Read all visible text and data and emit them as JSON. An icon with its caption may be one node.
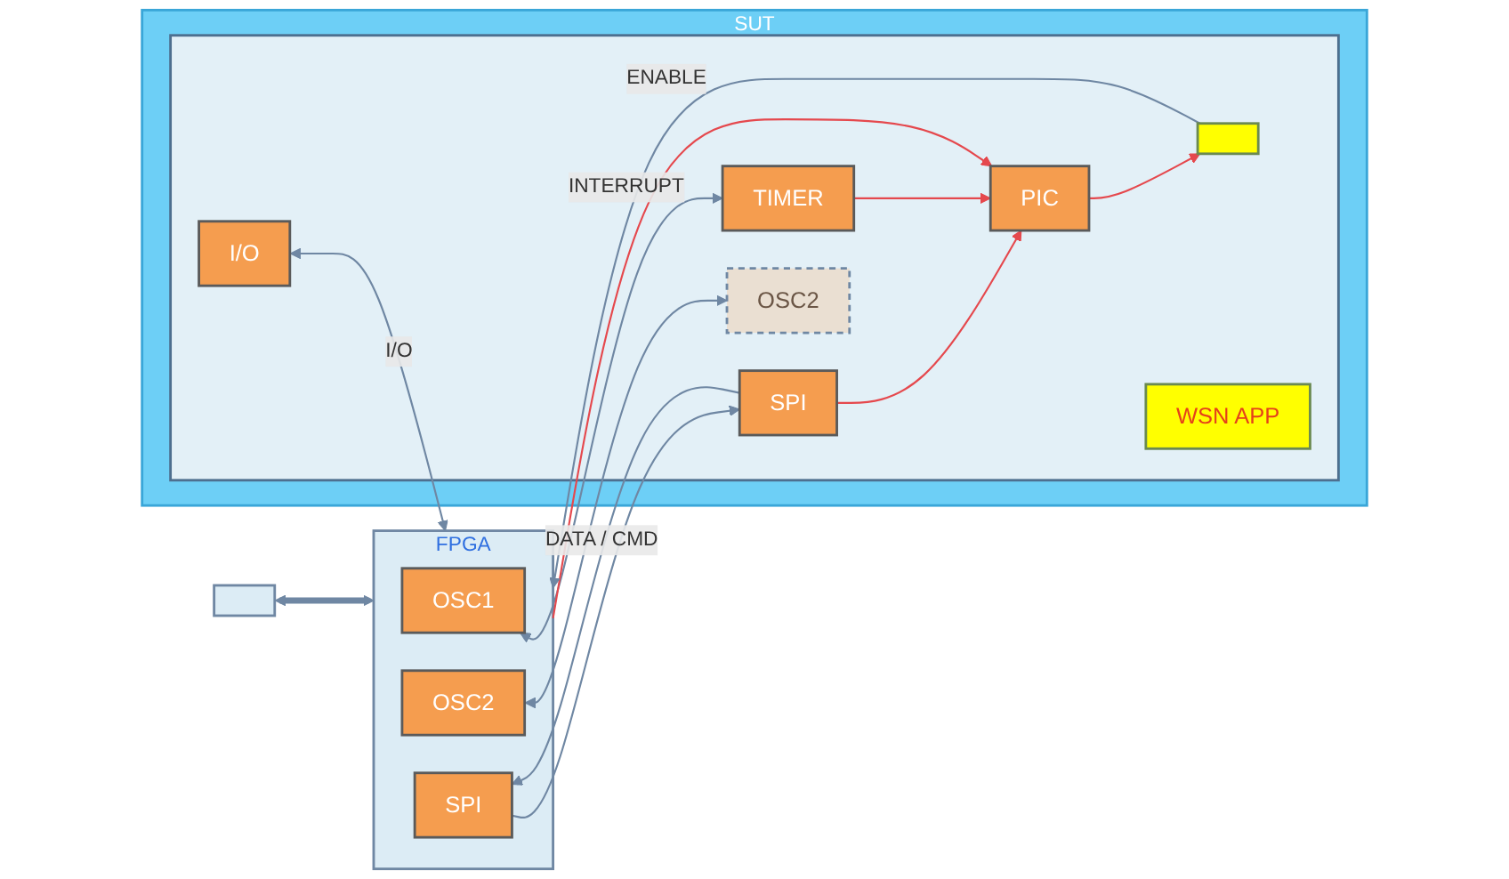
{
  "diagram": {
    "nodes": [
      {
        "text": [],
        "shape": "box"
      },
      {
        "text": [
          "FPGA"
        ]
      },
      {
        "text": [
          "OSC1"
        ],
        "in": 1
      },
      {
        "text": [
          "OSC2"
        ],
        "in": 1
      },
      {
        "text": [
          "SPI"
        ],
        "in": 1
      },
      {
        "text": [
          "SUT"
        ]
      },
      {
        "text": [],
        "shape": "box",
        "in": 5
      },
      {
        "text": [
          "TIMER"
        ],
        "in": 6
      },
      {
        "text": [
          "OSC2"
        ],
        "in": 6
      },
      {
        "text": [
          "PIC"
        ],
        "in": 6
      },
      {
        "text": [],
        "shape": "box",
        "in": 6
      },
      {
        "text": [
          "WSN APP"
        ],
        "in": 6
      },
      {
        "text": [
          "SPI"
        ],
        "in": 6
      },
      {
        "text": [
          "I/O"
        ],
        "in": 6
      }
    ],
    "edges": [
      {
        "from": 0,
        "to": 1,
        "arrow": "both",
        "style": "thick"
      },
      {
        "from": 2,
        "to": 7,
        "arrow": "both"
      },
      {
        "from": 3,
        "to": 8,
        "arrow": "both"
      },
      {
        "from": 7,
        "to": 9,
        "arrow": "to",
        "color": "#e5484d"
      },
      {
        "from": 1,
        "to": 9,
        "arrow": "to",
        "label": "INTERRUPT",
        "color": "#e5484d"
      },
      {
        "from": 9,
        "to": 10,
        "arrow": "to",
        "color": "#e5484d"
      },
      {
        "from": 12,
        "to": 9,
        "arrow": "to",
        "color": "#e5484d"
      },
      {
        "from": 12,
        "to": 4,
        "arrow": "to",
        "label": "DATA / CMD"
      },
      {
        "from": 4,
        "to": 12,
        "arrow": "to"
      },
      {
        "from": 10,
        "to": 1,
        "arrow": "to",
        "label": "ENABLE"
      },
      {
        "from": 13,
        "to": 1,
        "arrow": "both",
        "label": "I/O"
      }
    ]
  }
}
